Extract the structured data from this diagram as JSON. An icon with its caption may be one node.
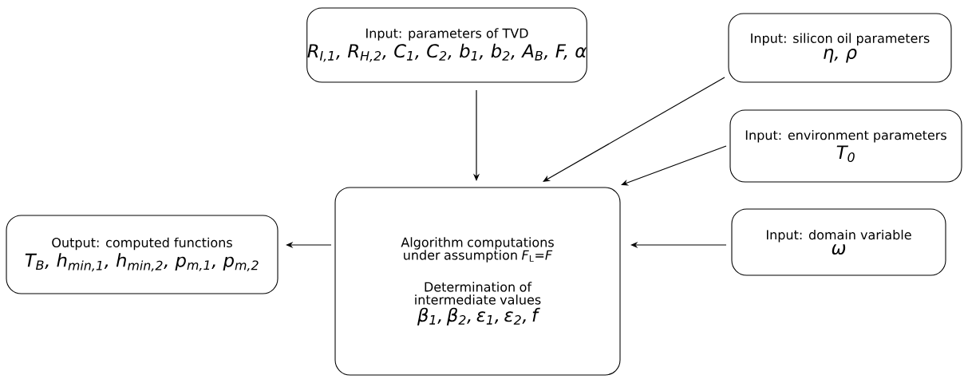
{
  "diagram": {
    "nodes": [
      {
        "text": [
          "Input: parameters of TVD",
          "R$_{I,1}$, R$_{H,2}$, C$_{1}$, C$_{2}$, b$_{1}$, b$_{2}$, A$_{B}$, F, α"
        ]
      },
      {
        "text": [
          "Input: silicon oil parameters",
          "η, ρ"
        ]
      },
      {
        "text": [
          "Input: environment parameters",
          "T$_{0}$"
        ]
      },
      {
        "text": [
          "Algorithm computations under assumption *F*$_{L}$=*F*",
          "Determination of intermediate values",
          "β$_{1}$, β$_{2}$, ε$_{1}$, ε$_{2}$, f"
        ]
      },
      {
        "text": [
          "Input: domain variable",
          "ω"
        ]
      },
      {
        "text": [
          "Output: computed functions",
          "T$_{B}$, h$_{min,1}$, h$_{min,2}$, p$_{m,1}$, p$_{m,2}$"
        ]
      }
    ],
    "edges": [
      {
        "from": 0,
        "to": 3,
        "arrow": "to"
      },
      {
        "from": 1,
        "to": 3,
        "arrow": "to"
      },
      {
        "from": 2,
        "to": 3,
        "arrow": "to"
      },
      {
        "from": 4,
        "to": 3,
        "arrow": "to"
      },
      {
        "from": 3,
        "to": 5,
        "arrow": "to"
      }
    ]
  }
}
